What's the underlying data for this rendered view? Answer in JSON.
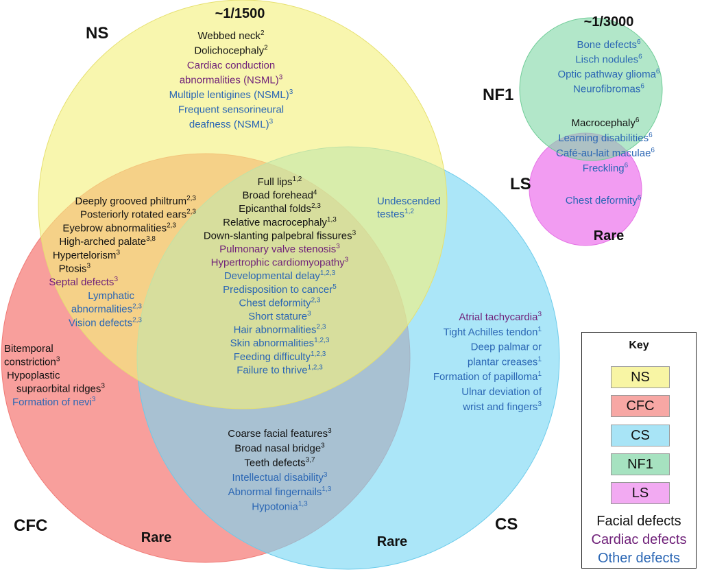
{
  "colors": {
    "NS": "#f4f07c",
    "CFC": "#f68a86",
    "CS": "#78d6f4",
    "NF1": "#82d8a8",
    "LS": "#ef86ef",
    "facial": "#111111",
    "cardiac": "#6e1f78",
    "other": "#2a66b4"
  },
  "circles": {
    "NS": {
      "label": "NS",
      "prevalence": "~1/1500"
    },
    "CFC": {
      "label": "CFC",
      "prevalence": "Rare"
    },
    "CS": {
      "label": "CS",
      "prevalence": "Rare"
    },
    "NF1": {
      "label": "NF1",
      "prevalence": "~1/3000"
    },
    "LS": {
      "label": "LS",
      "prevalence": "Rare"
    }
  },
  "groups": {
    "ns_only": [
      {
        "t": "Webbed neck",
        "s": "2",
        "c": "facial"
      },
      {
        "t": "Dolichocephaly",
        "s": "2",
        "c": "facial"
      },
      {
        "t": "Cardiac conduction",
        "s": "",
        "c": "cardiac"
      },
      {
        "t": "abnormalities (NSML)",
        "s": "3",
        "c": "cardiac"
      },
      {
        "t": "Multiple lentigines (NSML)",
        "s": "3",
        "c": "other"
      },
      {
        "t": "Frequent sensorineural",
        "s": "",
        "c": "other"
      },
      {
        "t": "deafness (NSML)",
        "s": "3",
        "c": "other"
      }
    ],
    "ns_cfc": [
      {
        "t": "Deeply grooved philtrum",
        "s": "2,3",
        "c": "facial"
      },
      {
        "t": "Posteriorly rotated ears",
        "s": "2,3",
        "c": "facial"
      },
      {
        "t": "Eyebrow abnormalities",
        "s": "2,3",
        "c": "facial"
      },
      {
        "t": "High-arched palate",
        "s": "3,8",
        "c": "facial"
      },
      {
        "t": "Hypertelorism",
        "s": "3",
        "c": "facial"
      },
      {
        "t": "Ptosis",
        "s": "3",
        "c": "facial"
      },
      {
        "t": "Septal defects",
        "s": "3",
        "c": "cardiac"
      },
      {
        "t": "Lymphatic",
        "s": "",
        "c": "other"
      },
      {
        "t": "abnormalities",
        "s": "2,3",
        "c": "other"
      },
      {
        "t": "Vision defects",
        "s": "2,3",
        "c": "other"
      }
    ],
    "ns_cs": [
      {
        "t": "Undescended",
        "s": "",
        "c": "other"
      },
      {
        "t": "testes",
        "s": "1,2",
        "c": "other"
      }
    ],
    "center": [
      {
        "t": "Full lips",
        "s": "1,2",
        "c": "facial"
      },
      {
        "t": "Broad forehead",
        "s": "4",
        "c": "facial"
      },
      {
        "t": "Epicanthal folds",
        "s": "2,3",
        "c": "facial"
      },
      {
        "t": "Relative macrocephaly",
        "s": "1,3",
        "c": "facial"
      },
      {
        "t": "Down-slanting palpebral fissures",
        "s": "3",
        "c": "facial"
      },
      {
        "t": "Pulmonary valve stenosis",
        "s": "3",
        "c": "cardiac"
      },
      {
        "t": "Hypertrophic cardiomyopathy",
        "s": "3",
        "c": "cardiac"
      },
      {
        "t": "Developmental delay",
        "s": "1,2,3",
        "c": "other"
      },
      {
        "t": "Predisposition to cancer",
        "s": "5",
        "c": "other"
      },
      {
        "t": "Chest deformity",
        "s": "2,3",
        "c": "other"
      },
      {
        "t": "Short stature",
        "s": "3",
        "c": "other"
      },
      {
        "t": "Hair abnormalities",
        "s": "2,3",
        "c": "other"
      },
      {
        "t": "Skin abnormalities",
        "s": "1,2,3",
        "c": "other"
      },
      {
        "t": "Feeding difficulty",
        "s": "1,2,3",
        "c": "other"
      },
      {
        "t": "Failure to thrive",
        "s": "1,2,3",
        "c": "other"
      }
    ],
    "cfc_only": [
      {
        "t": "Bitemporal",
        "s": "",
        "c": "facial"
      },
      {
        "t": "constriction",
        "s": "3",
        "c": "facial"
      },
      {
        "t": "Hypoplastic",
        "s": "",
        "c": "facial"
      },
      {
        "t": "supraorbital ridges",
        "s": "3",
        "c": "facial"
      },
      {
        "t": "Formation of nevi",
        "s": "3",
        "c": "other"
      }
    ],
    "cs_only": [
      {
        "t": "Atrial tachycardia",
        "s": "3",
        "c": "cardiac"
      },
      {
        "t": "Tight Achilles tendon",
        "s": "1",
        "c": "other"
      },
      {
        "t": "Deep palmar or",
        "s": "",
        "c": "other"
      },
      {
        "t": "plantar creases",
        "s": "1",
        "c": "other"
      },
      {
        "t": "Formation of papilloma",
        "s": "1",
        "c": "other"
      },
      {
        "t": "Ulnar deviation of",
        "s": "",
        "c": "other"
      },
      {
        "t": "wrist and fingers",
        "s": "3",
        "c": "other"
      }
    ],
    "cfc_cs": [
      {
        "t": "Coarse facial features",
        "s": "3",
        "c": "facial"
      },
      {
        "t": "Broad nasal bridge",
        "s": "3",
        "c": "facial"
      },
      {
        "t": "Teeth defects",
        "s": "3,7",
        "c": "facial"
      },
      {
        "t": "Intellectual disability",
        "s": "3",
        "c": "other"
      },
      {
        "t": "Abnormal fingernails",
        "s": "1,3",
        "c": "other"
      },
      {
        "t": "Hypotonia",
        "s": "1,3",
        "c": "other"
      }
    ],
    "nf1_only": [
      {
        "t": "Bone defects",
        "s": "6",
        "c": "other"
      },
      {
        "t": "Lisch nodules",
        "s": "6",
        "c": "other"
      },
      {
        "t": "Optic pathway glioma",
        "s": "6",
        "c": "other"
      },
      {
        "t": "Neurofibromas",
        "s": "6",
        "c": "other"
      }
    ],
    "nf1_ls": [
      {
        "t": "Macrocephaly",
        "s": "6",
        "c": "facial"
      },
      {
        "t": "Learning disabilities",
        "s": "6",
        "c": "other"
      },
      {
        "t": "Café-au-lait maculae",
        "s": "6",
        "c": "other"
      },
      {
        "t": "Freckling",
        "s": "6",
        "c": "other"
      }
    ],
    "ls_only": [
      {
        "t": "Chest deformity",
        "s": "6",
        "c": "other"
      }
    ]
  },
  "key": {
    "title": "Key",
    "swatches": [
      {
        "label": "NS",
        "color": "#f8f5a4"
      },
      {
        "label": "CFC",
        "color": "#f7a7a4"
      },
      {
        "label": "CS",
        "color": "#a8e4f6"
      },
      {
        "label": "NF1",
        "color": "#a6e2c0"
      },
      {
        "label": "LS",
        "color": "#f2aaf2"
      }
    ],
    "categories": [
      {
        "label": "Facial defects",
        "c": "facial"
      },
      {
        "label": "Cardiac defects",
        "c": "cardiac"
      },
      {
        "label": "Other defects",
        "c": "other"
      }
    ]
  }
}
